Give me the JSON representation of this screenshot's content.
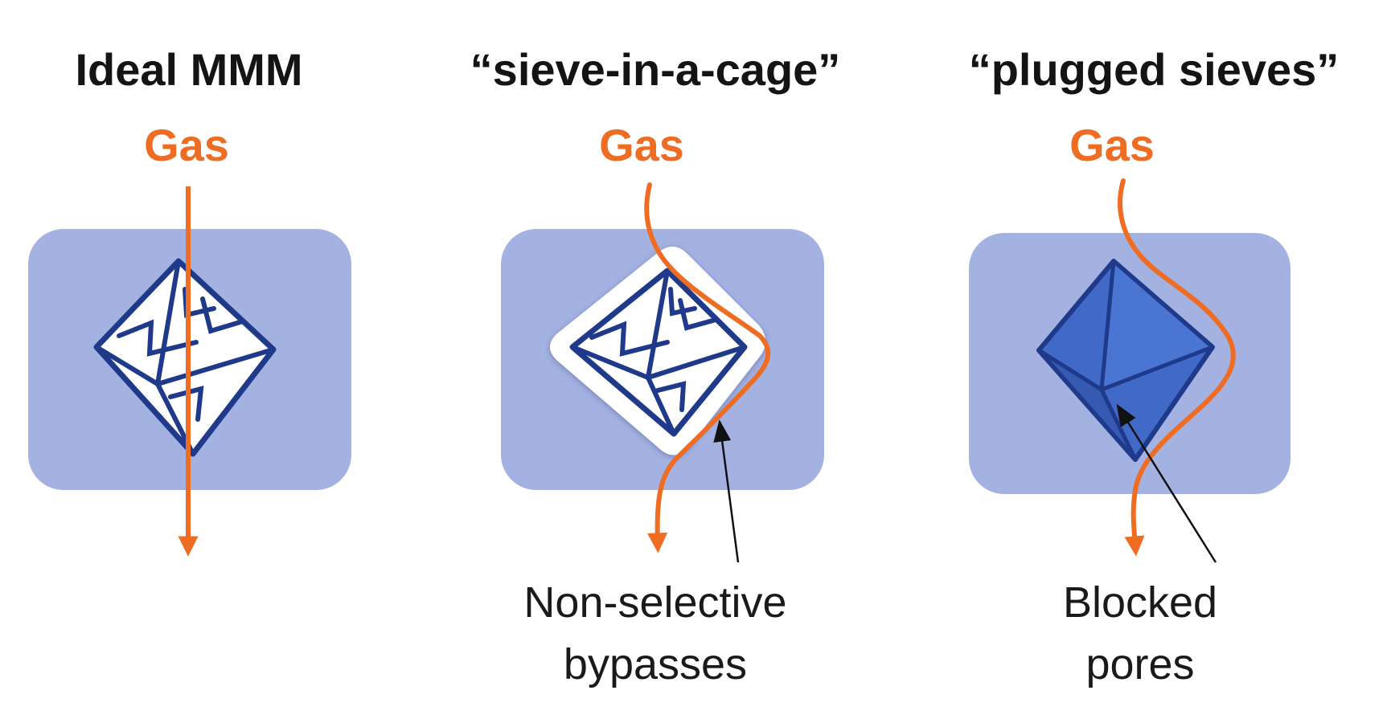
{
  "colors": {
    "gas": "#ef6c23",
    "matrix": "#a4b2e2",
    "crystal_line": "#1f3a8a",
    "crystal_fill_blocked": "#4069c8",
    "title_text": "#141414"
  },
  "panels": [
    {
      "title": "Ideal MMM",
      "gas_label": "Gas",
      "crystal": "open-octahedron-icon"
    },
    {
      "title": "“sieve-in-a-cage”",
      "gas_label": "Gas",
      "crystal": "caged-octahedron-icon",
      "callout": {
        "line1": "Non-selective",
        "line2": "bypasses"
      }
    },
    {
      "title": "“plugged sieves”",
      "gas_label": "Gas",
      "crystal": "filled-octahedron-icon",
      "callout": {
        "line1": "Blocked",
        "line2": "pores"
      }
    }
  ]
}
